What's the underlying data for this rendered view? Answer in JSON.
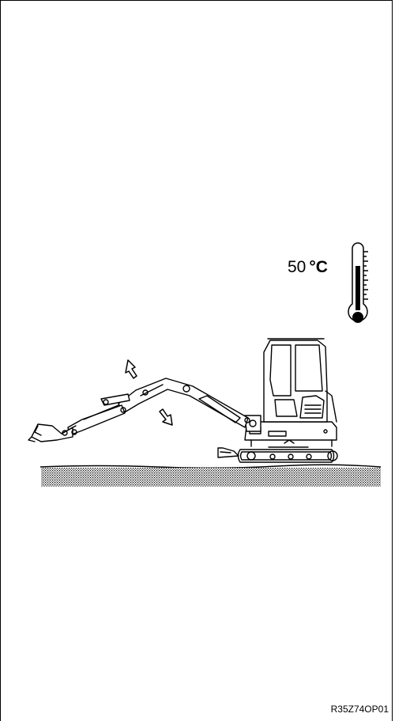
{
  "temperature": {
    "value": "50",
    "unit": "°C"
  },
  "figure_code": "R35Z74OP01",
  "icons": {
    "thermometer": "thermometer-icon",
    "arrow_up": "arrow-up-icon",
    "arrow_down": "arrow-down-icon",
    "excavator": "excavator-illustration"
  }
}
